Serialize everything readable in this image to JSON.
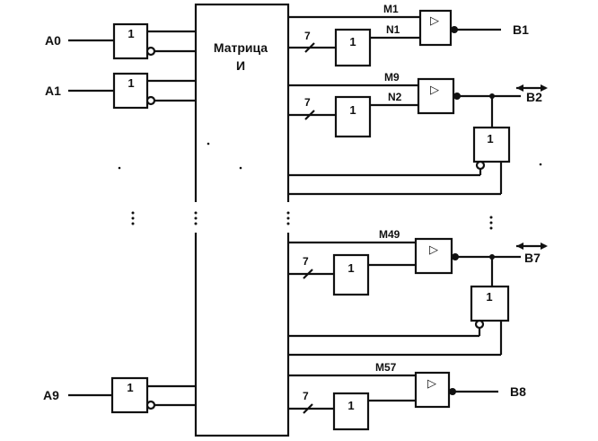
{
  "matrix": {
    "line1": "Матрица",
    "line2": "И"
  },
  "inputs": [
    "A0",
    "A1",
    "A9"
  ],
  "gate_label": "1",
  "bus_width": "7",
  "terms": [
    "M1",
    "N1",
    "M9",
    "N2",
    "M49",
    "M57"
  ],
  "outputs": [
    "B1",
    "B2",
    "B7",
    "B8"
  ],
  "buffer_symbol": "▷",
  "colors": {
    "ink": "#111111",
    "background": "#ffffff"
  }
}
